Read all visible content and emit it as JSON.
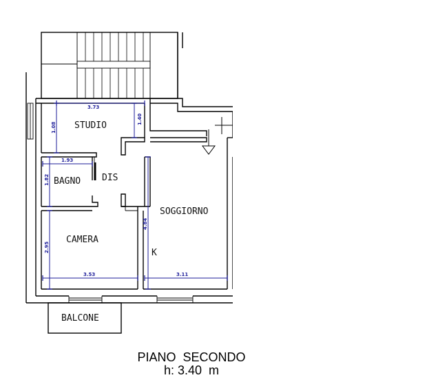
{
  "rooms": {
    "studio": "STUDIO",
    "bagno": "BAGNO",
    "dis": "DIS",
    "soggiorno": "SOGGIORNO",
    "camera": "CAMERA",
    "kitchen": "K",
    "balcone": "BALCONE"
  },
  "dimensions": {
    "studio_width": "3.73",
    "studio_height_left": "1.08",
    "studio_height_right": "1.40",
    "bagno_width": "1.93",
    "bagno_height": "1.82",
    "camera_height": "2.95",
    "camera_width": "3.53",
    "soggiorno_height": "4.84",
    "soggiorno_width": "3.11"
  },
  "title": {
    "floor": "PIANO  SECONDO",
    "height": "h: 3.40  m"
  },
  "colors": {
    "dimension": "#1e1e9a",
    "wall": "#000000",
    "background": "#ffffff"
  }
}
